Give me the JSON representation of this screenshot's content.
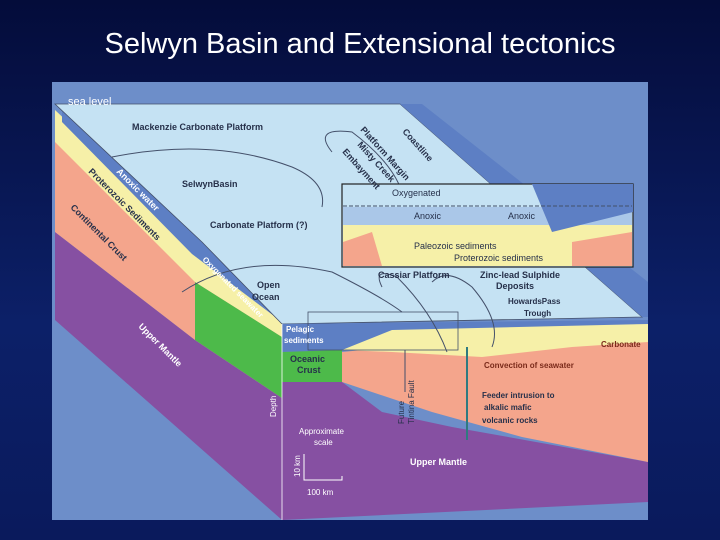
{
  "slide": {
    "title": "Selwyn Basin and Extensional tectonics"
  },
  "diagram": {
    "labels": {
      "sea_level": "sea level",
      "mackenzie": "Mackenzie Carbonate Platform",
      "selwyn": "SelwynBasin",
      "platform_margin": "Platform Margin",
      "coastline": "Coastline",
      "misty_creek_1": "Misty Creek",
      "misty_creek_2": "Embayment",
      "anoxic_water": "Anoxic water",
      "proterozoic_sediments": "Proterozoic Sediments",
      "continental_crust": "Continental Crust",
      "carbonate_platform": "Carbonate Platform (?)",
      "open_ocean_1": "Open",
      "open_ocean_2": "Ocean",
      "oxygenated_seawater": "Oxygenated seawater",
      "cassiar": "Cassiar Platform",
      "zinc_1": "Zinc-lead Sulphide",
      "zinc_2": "Deposits",
      "howards_1": "HowardsPass",
      "howards_2": "Trough",
      "pelagic_1": "Pelagic",
      "pelagic_2": "sediments",
      "carbonate": "Carbonate",
      "oceanic_1": "Oceanic",
      "oceanic_2": "Crust",
      "convection": "Convection of seawater",
      "upper_mantle_left": "Upper Mantle",
      "upper_mantle_front": "Upper Mantle",
      "depth": "Depth",
      "tintina_1": "Future",
      "tintina_2": "Tintina Fault",
      "feeder_1": "Feeder intrusion to",
      "feeder_2": "alkalic mafic",
      "feeder_3": "volcanic rocks",
      "scale_1": "Approximate",
      "scale_2": "scale",
      "scale_v": "10 km",
      "scale_h": "100 km"
    },
    "inset": {
      "oxygenated": "Oxygenated",
      "anoxic_1": "Anoxic",
      "anoxic_2": "Anoxic",
      "paleozoic": "Paleozoic sediments",
      "proterozoic": "Proterozoic sediments"
    },
    "colors": {
      "panel": "#6d8ec9",
      "sea": "#c5e2f3",
      "anoxic": "#5d7fc4",
      "sediment": "#f6f0a8",
      "crust": "#f4a58c",
      "mantle": "#8650a2",
      "oceanic_crust": "#4dba4a"
    }
  }
}
